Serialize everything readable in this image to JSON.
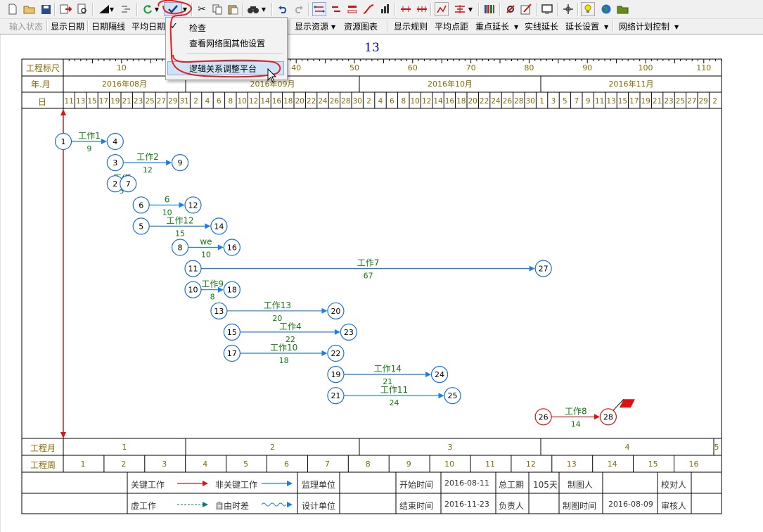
{
  "toolbar": {
    "icons": [
      "new-file-icon",
      "open-folder-icon",
      "save-icon",
      "export-icon",
      "print-preview-icon",
      "line-style-icon",
      "indent-icon",
      "refresh-icon",
      "check-icon",
      "cut-icon",
      "copy-icon",
      "paste-icon",
      "find-icon",
      "undo-icon",
      "redo-icon",
      "network-icon",
      "bar-icon",
      "gantt-icon",
      "curve-icon",
      "resource-icon",
      "split-icon",
      "merge-icon",
      "chart-icon",
      "level-icon",
      "books-icon",
      "settings-icon",
      "edit-icon",
      "screen-icon",
      "crosshair-icon",
      "bulb-icon",
      "globe-icon",
      "folder-open-icon"
    ]
  },
  "toolbar2": {
    "input_state": "输入状态",
    "show_date": "显示日期",
    "date_gap": "日期隔线",
    "avg_date": "平均日期",
    "show_resource": "显示资源",
    "resource_chart": "资源图表",
    "show_rules": "显示规则",
    "avg_spacing": "平均点距",
    "key_extend": "重点延长",
    "solid_extend": "实线延长",
    "extend_settings": "延长设置",
    "network_control": "网络计划控制"
  },
  "menu": {
    "item_check": "检查",
    "item_other": "查看网络图其他设置",
    "item_logic": "逻辑关系调整平台"
  },
  "chart_title": "13",
  "header": {
    "scale_label": "工程标尺",
    "scale_ticks": [
      "10",
      "20",
      "30",
      "40",
      "50",
      "60",
      "70",
      "80",
      "90",
      "100",
      "110"
    ],
    "month_label": "年.月",
    "months": [
      "2016年08月",
      "2016年09月",
      "2016年10月",
      "2016年11月"
    ],
    "day_label": "日",
    "days": [
      "11",
      "13",
      "15",
      "17",
      "19",
      "21",
      "23",
      "25",
      "27",
      "29",
      "31",
      "2",
      "4",
      "6",
      "8",
      "10",
      "12",
      "14",
      "16",
      "18",
      "20",
      "22",
      "24",
      "26",
      "28",
      "30",
      "2",
      "4",
      "6",
      "8",
      "10",
      "12",
      "14",
      "16",
      "18",
      "20",
      "22",
      "24",
      "26",
      "28",
      "30",
      "1",
      "3",
      "5",
      "7",
      "9",
      "11",
      "13",
      "15",
      "17",
      "19",
      "21",
      "23",
      "25",
      "27",
      "29",
      "2"
    ]
  },
  "footer": {
    "proj_month_label": "工程月",
    "proj_months": [
      "1",
      "2",
      "3",
      "4",
      "5"
    ],
    "proj_week_label": "工程周",
    "proj_weeks": [
      "1",
      "2",
      "3",
      "4",
      "5",
      "6",
      "7",
      "8",
      "9",
      "10",
      "11",
      "12",
      "13",
      "14",
      "15",
      "16"
    ]
  },
  "legend": {
    "key_work": "关键工作",
    "nonkey_work": "非关键工作",
    "virtual_work": "虚工作",
    "free_float": "自由时差",
    "supervision": "监理单位",
    "design": "设计单位",
    "start_time_label": "开始时间",
    "start_time": "2016-08-11",
    "end_time_label": "结束时间",
    "end_time": "2016-11-23",
    "total_label": "总工期",
    "total": "105天",
    "owner_label": "负责人",
    "drawer_label": "制图人",
    "draw_time_label": "制图时间",
    "draw_time": "2016-08-09",
    "checker_label": "校对人",
    "reviewer_label": "审核人"
  },
  "colors": {
    "blue": "#1a7ee6",
    "red": "#e01010",
    "green": "#137a13",
    "node": "#1a6fd6"
  },
  "network": {
    "nodes": [
      {
        "id": "1",
        "day": 0,
        "row": 0
      },
      {
        "id": "4",
        "day": 4,
        "row": 0
      },
      {
        "id": "3",
        "day": 4,
        "row": 1
      },
      {
        "id": "9",
        "day": 9,
        "row": 1
      },
      {
        "id": "2",
        "day": 4,
        "row": 2
      },
      {
        "id": "7",
        "day": 5,
        "row": 2
      },
      {
        "id": "6",
        "day": 6,
        "row": 3
      },
      {
        "id": "12",
        "day": 10,
        "row": 3
      },
      {
        "id": "5",
        "day": 6,
        "row": 4
      },
      {
        "id": "14",
        "day": 12,
        "row": 4
      },
      {
        "id": "8",
        "day": 9,
        "row": 5
      },
      {
        "id": "16",
        "day": 13,
        "row": 5
      },
      {
        "id": "11",
        "day": 10,
        "row": 6
      },
      {
        "id": "27",
        "day": 37,
        "row": 6
      },
      {
        "id": "10",
        "day": 10,
        "row": 7
      },
      {
        "id": "18",
        "day": 13,
        "row": 7
      },
      {
        "id": "13",
        "day": 12,
        "row": 8
      },
      {
        "id": "20",
        "day": 21,
        "row": 8
      },
      {
        "id": "15",
        "day": 13,
        "row": 9
      },
      {
        "id": "23",
        "day": 22,
        "row": 9
      },
      {
        "id": "17",
        "day": 13,
        "row": 10
      },
      {
        "id": "22",
        "day": 21,
        "row": 10
      },
      {
        "id": "19",
        "day": 21,
        "row": 11
      },
      {
        "id": "24",
        "day": 29,
        "row": 11
      },
      {
        "id": "21",
        "day": 21,
        "row": 12
      },
      {
        "id": "25",
        "day": 30,
        "row": 12
      },
      {
        "id": "26",
        "day": 37,
        "row": 13,
        "critical": true
      },
      {
        "id": "28",
        "day": 42,
        "row": 13,
        "critical": true
      }
    ],
    "edges": [
      {
        "from": "1",
        "to": "4",
        "name": "工作1",
        "dur": "9"
      },
      {
        "from": "3",
        "to": "9",
        "name": "工作2",
        "dur": "12"
      },
      {
        "from": "2",
        "to": "7",
        "name": "工作",
        "dur": "5"
      },
      {
        "from": "6",
        "to": "12",
        "name": "6",
        "dur": "10"
      },
      {
        "from": "5",
        "to": "14",
        "name": "工作12",
        "dur": "15"
      },
      {
        "from": "8",
        "to": "16",
        "name": "we",
        "dur": "10"
      },
      {
        "from": "11",
        "to": "27",
        "name": "工作7",
        "dur": "67"
      },
      {
        "from": "10",
        "to": "18",
        "name": "工作9",
        "dur": "8"
      },
      {
        "from": "13",
        "to": "20",
        "name": "工作13",
        "dur": "20"
      },
      {
        "from": "15",
        "to": "23",
        "name": "工作4",
        "dur": "22"
      },
      {
        "from": "17",
        "to": "22",
        "name": "工作10",
        "dur": "18"
      },
      {
        "from": "19",
        "to": "24",
        "name": "工作14",
        "dur": "21"
      },
      {
        "from": "21",
        "to": "25",
        "name": "工作11",
        "dur": "24"
      },
      {
        "from": "26",
        "to": "28",
        "name": "工作8",
        "dur": "14",
        "critical": true
      }
    ],
    "extra_labels": [
      {
        "text": "5"
      }
    ]
  }
}
